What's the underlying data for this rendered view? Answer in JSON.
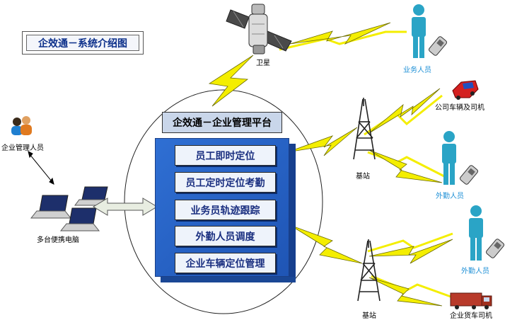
{
  "title": "企效通－系统介绍图",
  "platform": {
    "title": "企效通－企业管理平台",
    "functions": [
      "员工即时定位",
      "员工定时定位考勤",
      "业务员轨迹跟踪",
      "外勤人员调度",
      "企业车辆定位管理"
    ]
  },
  "labels": {
    "satellite": "卫星",
    "sales_staff": "业务人员",
    "company_vehicle": "公司车辆及司机",
    "base_station_1": "基站",
    "field_staff_1": "外勤人员",
    "field_staff_2": "外勤人员",
    "base_station_2": "基站",
    "truck_driver": "企业货车司机",
    "managers": "企业管理人员",
    "laptops": "多台便携电脑"
  },
  "colors": {
    "person": "#2aa4c6",
    "lightning": "#f4ee00",
    "panel": "#2a64c8",
    "label_blue": "#1c8fd6"
  }
}
